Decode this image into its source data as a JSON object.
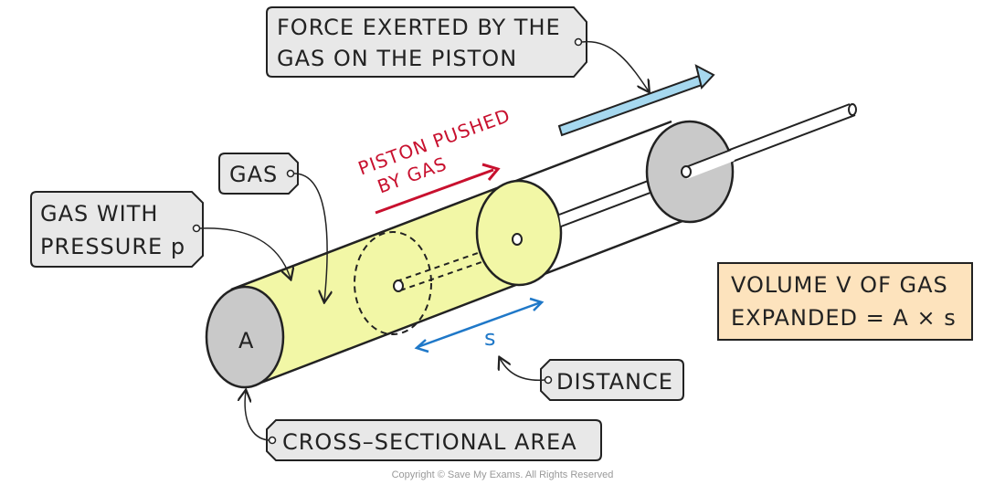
{
  "labels": {
    "force_line1": "FORCE EXERTED BY THE",
    "force_line2": "GAS ON THE PISTON",
    "gas": "GAS",
    "gas_pressure_line1": "GAS WITH",
    "gas_pressure_line2": "PRESSURE p",
    "piston_line1": "PISTON PUSHED",
    "piston_line2": "BY GAS",
    "area_symbol": "A",
    "distance_symbol": "s",
    "distance": "DISTANCE",
    "cross_section": "CROSS–SECTIONAL AREA",
    "volume_line1": "VOLUME V OF GAS",
    "volume_line2": "EXPANDED = A × s"
  },
  "footer": {
    "copyright": "Copyright © Save My Exams. All Rights Reserved"
  },
  "colors": {
    "gas_fill": "#f2f7a6",
    "end_cap": "#c9c9c9",
    "tag_fill": "#e8e8e8",
    "volume_box": "#fde3bd",
    "force_arrow": "#a6d8ef",
    "red": "#c8102e",
    "blue": "#1f78c8"
  }
}
